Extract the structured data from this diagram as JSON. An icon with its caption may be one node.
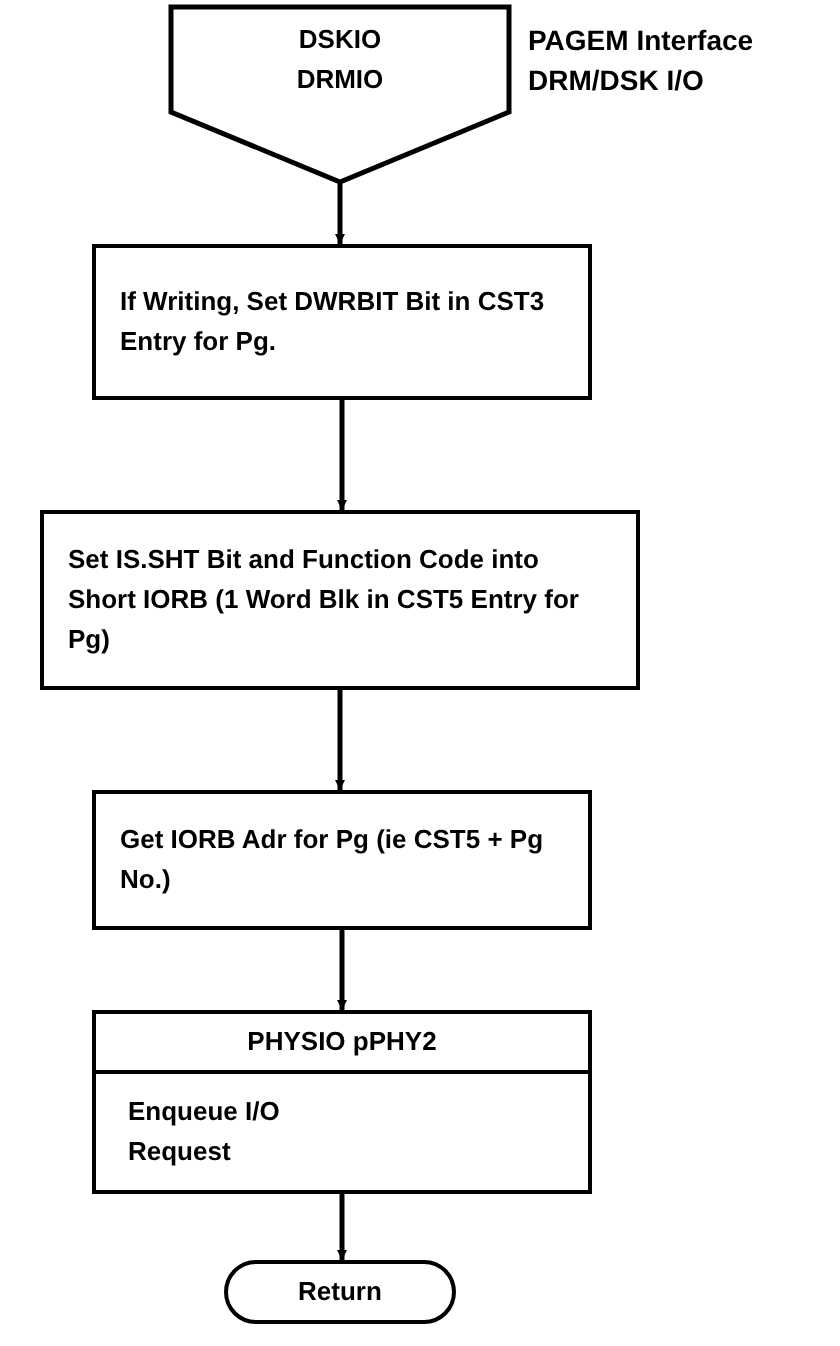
{
  "diagram": {
    "nodes": [
      {
        "text": [
          "DSKIO",
          "DRMIO"
        ],
        "beside": [
          "PAGEM Interface DRM/DSK I/O"
        ]
      },
      {
        "text": [
          "If Writing, Set DWRBIT Bit in CST3 Entry for Pg."
        ]
      },
      {
        "text": [
          "Set IS.SHT Bit and Function Code into Short IORB (1 Word Blk in CST5 Entry for Pg)"
        ]
      },
      {
        "text": [
          "Get IORB Adr for Pg (ie CST5 + Pg No.)"
        ]
      },
      {
        "text": [
          "PHYSIO pPHY2",
          "Enqueue I/O Request"
        ]
      },
      {
        "text": [
          "Return"
        ]
      }
    ],
    "edges": [
      {
        "from": 0,
        "to": 1,
        "arrow": "to"
      },
      {
        "from": 1,
        "to": 2,
        "arrow": "to"
      },
      {
        "from": 2,
        "to": 3,
        "arrow": "to"
      },
      {
        "from": 3,
        "to": 4,
        "arrow": "to"
      },
      {
        "from": 4,
        "to": 5,
        "arrow": "to"
      }
    ]
  }
}
